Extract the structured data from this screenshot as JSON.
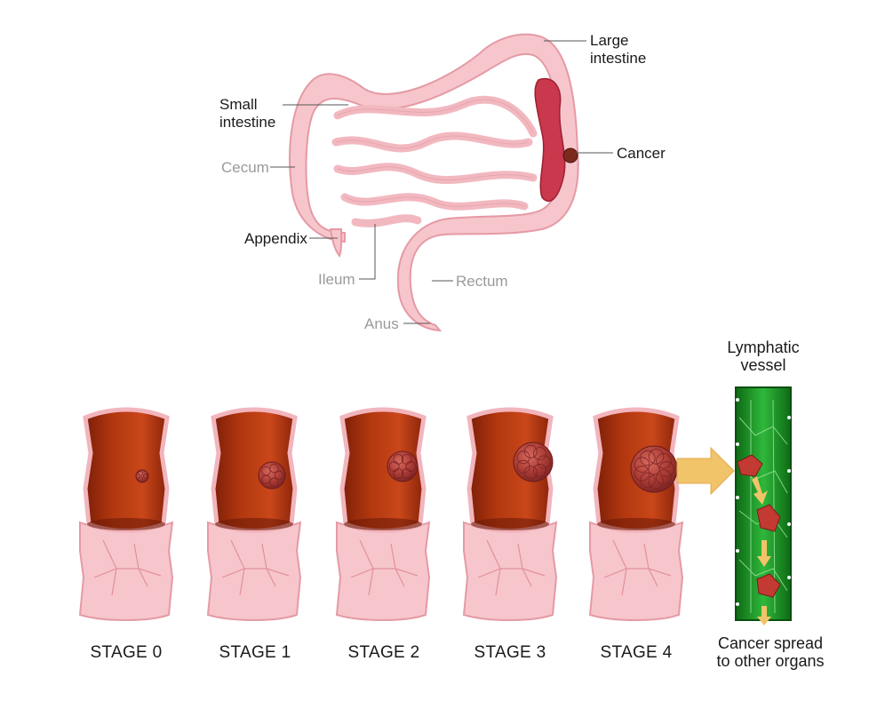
{
  "anatomy_labels": {
    "large_intestine": "Large\nintestine",
    "small_intestine": "Small\nintestine",
    "cancer": "Cancer",
    "cecum": "Cecum",
    "appendix": "Appendix",
    "ileum": "Ileum",
    "rectum": "Rectum",
    "anus": "Anus"
  },
  "stages": [
    {
      "label": "STAGE 0"
    },
    {
      "label": "STAGE 1"
    },
    {
      "label": "STAGE 2"
    },
    {
      "label": "STAGE 3"
    },
    {
      "label": "STAGE 4"
    }
  ],
  "lymphatic": {
    "title": "Lymphatic\nvessel",
    "spread_label": "Cancer spread\nto other organs"
  },
  "colors": {
    "intestine_fill": "#f6c6cc",
    "intestine_stroke": "#e59aa5",
    "tumor": "#a8342f",
    "inner_wall": "#a8320f",
    "vessel": "#1f9a2a",
    "arrow": "#f2c46a"
  }
}
